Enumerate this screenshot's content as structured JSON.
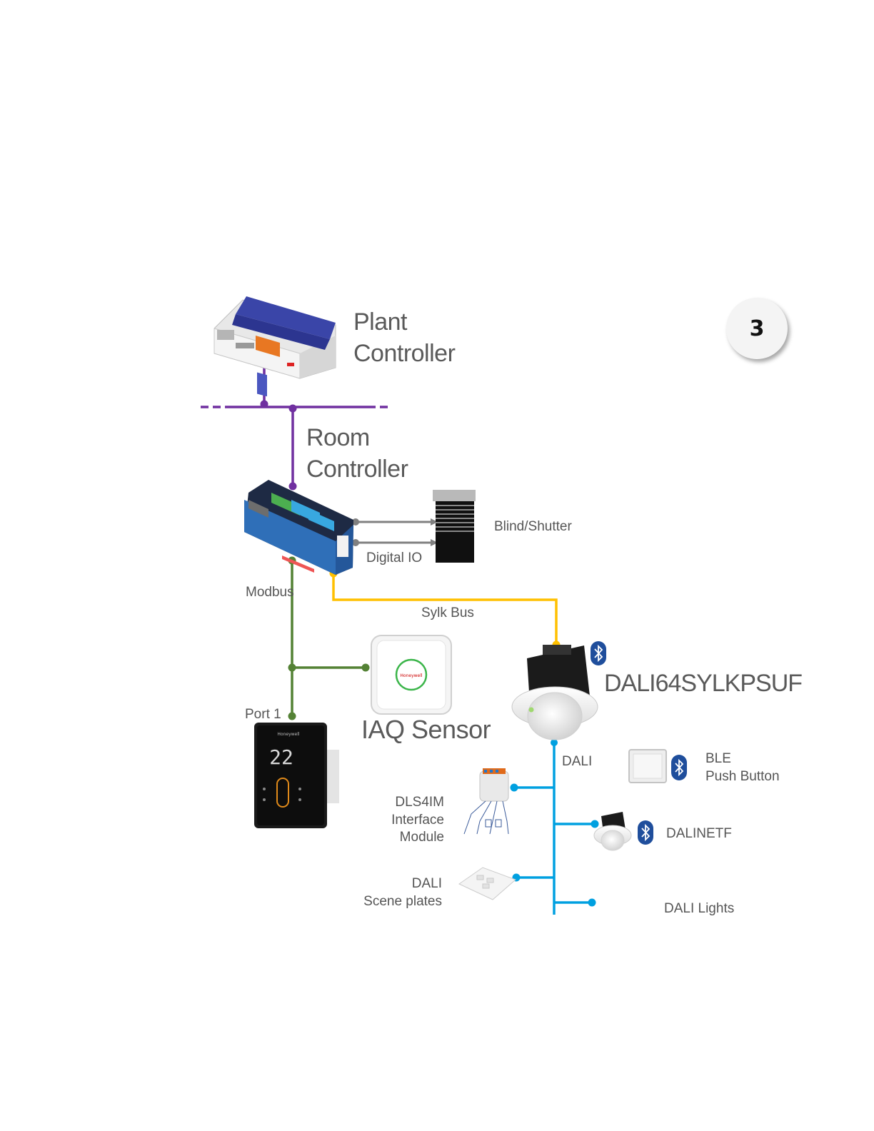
{
  "page_badge": "3",
  "labels": {
    "plant_controller": "Plant\nController",
    "room_controller": "Room\nController",
    "blind_shutter": "Blind/Shutter",
    "digital_io": "Digital IO",
    "modbus": "Modbus",
    "sylk_bus": "Sylk Bus",
    "port1": "Port 1",
    "iaq_sensor": "IAQ Sensor",
    "dali64": "DALI64SYLKPSUF",
    "dali": "DALI",
    "ble_push_button": "BLE\nPush Button",
    "dls4im": "DLS4IM\nInterface\nModule",
    "dalinetf": "DALINETF",
    "dali_scene_plates": "DALI\nScene  plates",
    "dali_lights": "DALI Lights",
    "thermostat_display": "22",
    "honeywell_brand": "Honeywell"
  },
  "colors": {
    "bacnet": "#7030a0",
    "modbus": "#548235",
    "sylk": "#ffc000",
    "dali": "#00a0e0",
    "digital_io": "#808080",
    "bluetooth": "#1f4e9c"
  },
  "icons": {
    "bluetooth": "bluetooth-icon"
  }
}
